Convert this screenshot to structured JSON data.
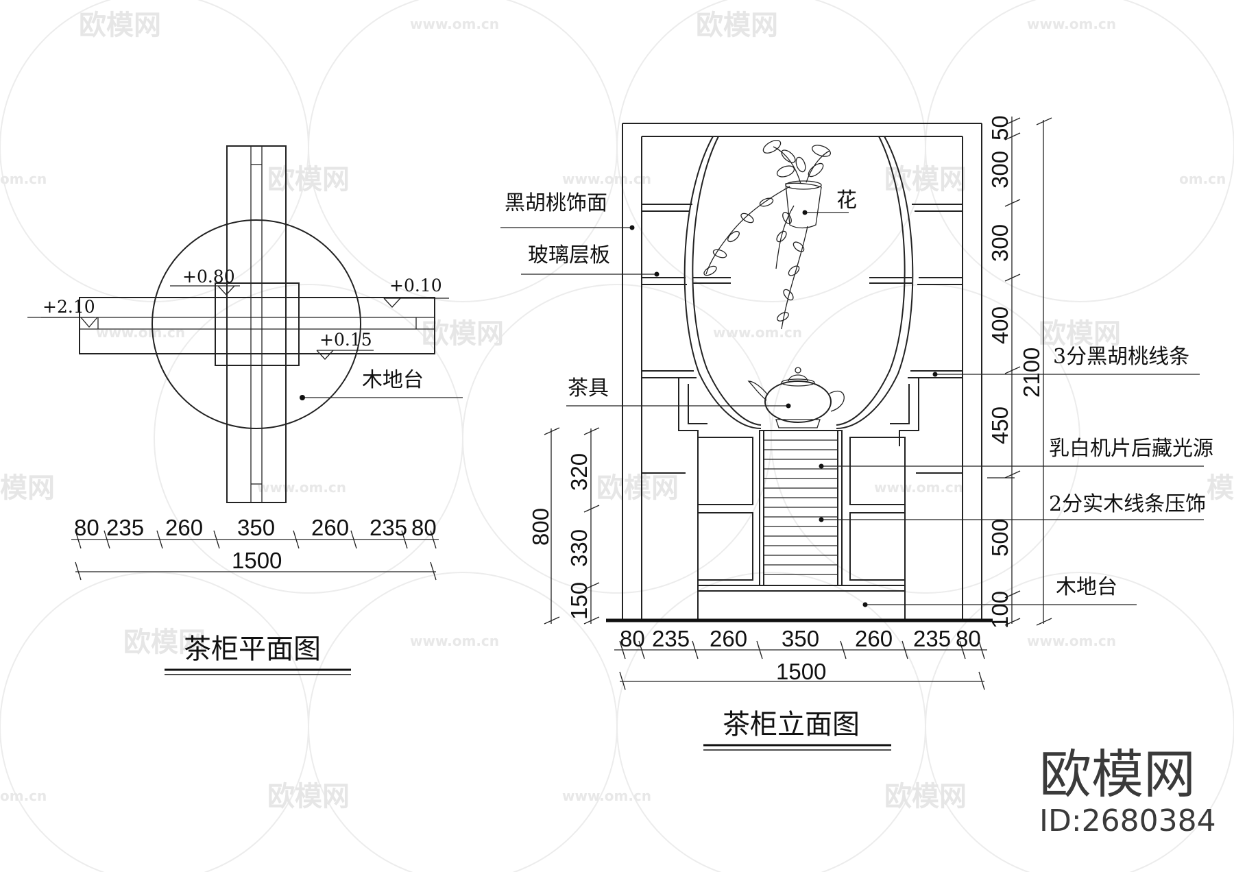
{
  "watermark": {
    "logo_text": "欧模网",
    "url_text": "www.om.cn",
    "url_short": "om.cn",
    "partial_logo": "模网"
  },
  "plan": {
    "title": "茶柜平面图",
    "elevations": [
      "+0.80",
      "+0.10",
      "+2.10",
      "+0.15"
    ],
    "label_platform": "木地台",
    "dims": [
      "80",
      "235",
      "260",
      "350",
      "260",
      "235",
      "80"
    ],
    "total": "1500"
  },
  "elevation": {
    "title": "茶柜立面图",
    "labels": {
      "walnut_face": "黑胡桃饰面",
      "glass_shelf": "玻璃层板",
      "flower": "花",
      "tea_set": "茶具",
      "walnut_strip": "3分黑胡桃线条",
      "light_panel": "乳白机片后藏光源",
      "wood_strip": "2分实木线条压饰",
      "platform": "木地台"
    },
    "right_dims": [
      "50",
      "300",
      "300",
      "400",
      "450",
      "500",
      "100"
    ],
    "right_total": "2100",
    "left_dims": [
      "320",
      "330",
      "150"
    ],
    "left_total": "800",
    "bottom_dims": [
      "80",
      "235",
      "260",
      "350",
      "260",
      "235",
      "80"
    ],
    "total": "1500"
  },
  "brand": {
    "name": "欧模网",
    "id": "ID:2680384"
  }
}
